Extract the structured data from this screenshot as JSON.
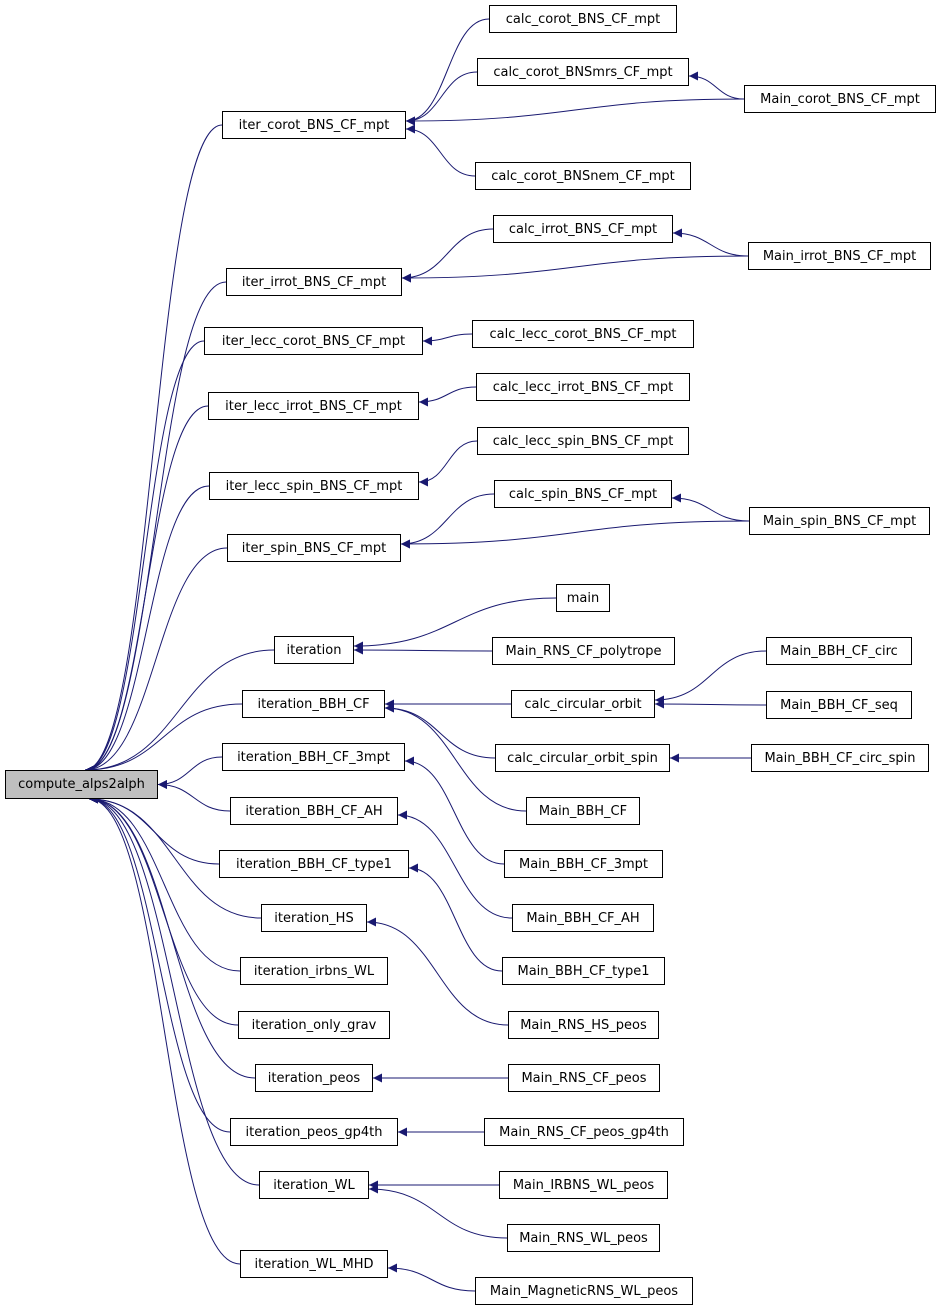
{
  "colors": {
    "edge": "#191970",
    "root_fill": "#bfbfbf",
    "node_fill": "#ffffff",
    "node_border": "#000000"
  },
  "graph": {
    "root": "compute_alps2alph",
    "nodes": {
      "root": "compute_alps2alph",
      "iter_corot": "iter_corot_BNS_CF_mpt",
      "calc_corot": "calc_corot_BNS_CF_mpt",
      "calc_corot_mrs": "calc_corot_BNSmrs_CF_mpt",
      "main_corot": "Main_corot_BNS_CF_mpt",
      "calc_corot_nem": "calc_corot_BNSnem_CF_mpt",
      "calc_irrot": "calc_irrot_BNS_CF_mpt",
      "main_irrot": "Main_irrot_BNS_CF_mpt",
      "iter_irrot": "iter_irrot_BNS_CF_mpt",
      "iter_lecc_corot": "iter_lecc_corot_BNS_CF_mpt",
      "calc_lecc_corot": "calc_lecc_corot_BNS_CF_mpt",
      "iter_lecc_irrot": "iter_lecc_irrot_BNS_CF_mpt",
      "calc_lecc_irrot": "calc_lecc_irrot_BNS_CF_mpt",
      "calc_lecc_spin": "calc_lecc_spin_BNS_CF_mpt",
      "iter_lecc_spin": "iter_lecc_spin_BNS_CF_mpt",
      "calc_spin": "calc_spin_BNS_CF_mpt",
      "main_spin": "Main_spin_BNS_CF_mpt",
      "iter_spin": "iter_spin_BNS_CF_mpt",
      "main": "main",
      "iteration": "iteration",
      "main_rns_poly": "Main_RNS_CF_polytrope",
      "main_bbh_circ": "Main_BBH_CF_circ",
      "iter_bbh": "iteration_BBH_CF",
      "calc_circ_orbit": "calc_circular_orbit",
      "main_bbh_seq": "Main_BBH_CF_seq",
      "calc_circ_orbit_spin": "calc_circular_orbit_spin",
      "main_bbh_circ_spin": "Main_BBH_CF_circ_spin",
      "iter_bbh_3mpt": "iteration_BBH_CF_3mpt",
      "main_bbh_cf": "Main_BBH_CF",
      "iter_bbh_ah": "iteration_BBH_CF_AH",
      "main_bbh_3mpt": "Main_BBH_CF_3mpt",
      "iter_bbh_type1": "iteration_BBH_CF_type1",
      "iter_hs": "iteration_HS",
      "main_bbh_ah": "Main_BBH_CF_AH",
      "iter_irbns_wl": "iteration_irbns_WL",
      "main_bbh_type1": "Main_BBH_CF_type1",
      "iter_only_grav": "iteration_only_grav",
      "main_rns_hs": "Main_RNS_HS_peos",
      "iter_peos": "iteration_peos",
      "main_rns_peos": "Main_RNS_CF_peos",
      "iter_peos_gp4th": "iteration_peos_gp4th",
      "main_rns_peos_gp4th": "Main_RNS_CF_peos_gp4th",
      "iter_wl": "iteration_WL",
      "main_irbns_wl": "Main_IRBNS_WL_peos",
      "main_rns_wl": "Main_RNS_WL_peos",
      "iter_wl_mhd": "iteration_WL_MHD",
      "main_mag_rns": "Main_MagneticRNS_WL_peos"
    },
    "edges": [
      [
        "iter_corot",
        "root"
      ],
      [
        "iter_irrot",
        "root"
      ],
      [
        "iter_lecc_corot",
        "root"
      ],
      [
        "iter_lecc_irrot",
        "root"
      ],
      [
        "iter_lecc_spin",
        "root"
      ],
      [
        "iter_spin",
        "root"
      ],
      [
        "iteration",
        "root"
      ],
      [
        "iter_bbh",
        "root"
      ],
      [
        "iter_bbh_3mpt",
        "root"
      ],
      [
        "iter_bbh_ah",
        "root"
      ],
      [
        "iter_bbh_type1",
        "root"
      ],
      [
        "iter_hs",
        "root"
      ],
      [
        "iter_irbns_wl",
        "root"
      ],
      [
        "iter_only_grav",
        "root"
      ],
      [
        "iter_peos",
        "root"
      ],
      [
        "iter_peos_gp4th",
        "root"
      ],
      [
        "iter_wl",
        "root"
      ],
      [
        "iter_wl_mhd",
        "root"
      ],
      [
        "calc_corot",
        "iter_corot"
      ],
      [
        "calc_corot_mrs",
        "iter_corot"
      ],
      [
        "main_corot",
        "iter_corot"
      ],
      [
        "calc_corot_nem",
        "iter_corot"
      ],
      [
        "main_corot",
        "calc_corot_mrs"
      ],
      [
        "calc_irrot",
        "iter_irrot"
      ],
      [
        "main_irrot",
        "iter_irrot"
      ],
      [
        "main_irrot",
        "calc_irrot"
      ],
      [
        "calc_lecc_corot",
        "iter_lecc_corot"
      ],
      [
        "calc_lecc_irrot",
        "iter_lecc_irrot"
      ],
      [
        "calc_lecc_spin",
        "iter_lecc_spin"
      ],
      [
        "calc_spin",
        "iter_spin"
      ],
      [
        "main_spin",
        "iter_spin"
      ],
      [
        "main_spin",
        "calc_spin"
      ],
      [
        "main",
        "iteration"
      ],
      [
        "main_rns_poly",
        "iteration"
      ],
      [
        "calc_circ_orbit",
        "iter_bbh"
      ],
      [
        "calc_circ_orbit_spin",
        "iter_bbh"
      ],
      [
        "main_bbh_cf",
        "iter_bbh"
      ],
      [
        "main_bbh_circ",
        "calc_circ_orbit"
      ],
      [
        "main_bbh_seq",
        "calc_circ_orbit"
      ],
      [
        "main_bbh_circ_spin",
        "calc_circ_orbit_spin"
      ],
      [
        "main_bbh_3mpt",
        "iter_bbh_3mpt"
      ],
      [
        "main_bbh_ah",
        "iter_bbh_ah"
      ],
      [
        "main_bbh_type1",
        "iter_bbh_type1"
      ],
      [
        "main_rns_hs",
        "iter_hs"
      ],
      [
        "main_rns_peos",
        "iter_peos"
      ],
      [
        "main_rns_peos_gp4th",
        "iter_peos_gp4th"
      ],
      [
        "main_irbns_wl",
        "iter_wl"
      ],
      [
        "main_rns_wl",
        "iter_wl"
      ],
      [
        "main_mag_rns",
        "iter_wl_mhd"
      ]
    ]
  }
}
